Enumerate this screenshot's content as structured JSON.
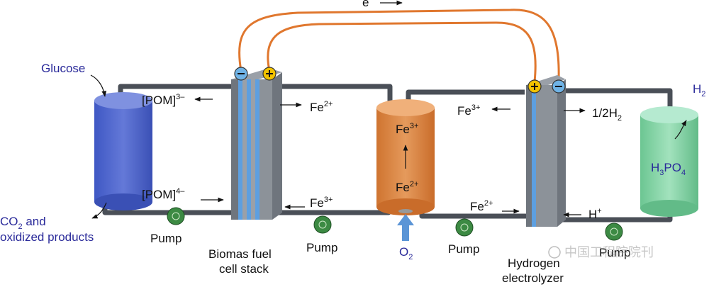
{
  "diagram": {
    "top_arrow": {
      "base": "e",
      "sup": "-"
    },
    "left_tank": {
      "input_label": "Glucose",
      "output_line1_a": "CO",
      "output_line1_sub": "2",
      "output_line1_b": " and",
      "output_line2": "oxidized products",
      "color": "#4b63c9"
    },
    "pom_oxidized": {
      "base": "[POM]",
      "sup": "3–"
    },
    "pom_reduced": {
      "base": "[POM]",
      "sup": "4–"
    },
    "fuel_cell": {
      "line1": "Biomas fuel",
      "line2": "cell stack"
    },
    "fe2_out_fuel_cell": {
      "base": "Fe",
      "sup": "2+"
    },
    "fe3_in_fuel_cell": {
      "base": "Fe",
      "sup": "3+"
    },
    "middle_tank": {
      "top_species": {
        "base": "Fe",
        "sup": "3+"
      },
      "bottom_species": {
        "base": "Fe",
        "sup": "2+"
      },
      "color": "#d9813e"
    },
    "oxygen": {
      "base": "O",
      "sub": "2"
    },
    "fe3_to_electrolyzer": {
      "base": "Fe",
      "sup": "3+"
    },
    "fe2_from_electrolyzer": {
      "base": "Fe",
      "sup": "2+"
    },
    "electrolyzer": {
      "line1": "Hydrogen",
      "line2": "electrolyzer"
    },
    "half_h2": {
      "base": "1/2H",
      "sub": "2"
    },
    "proton": {
      "base": "H",
      "sup": "+"
    },
    "right_tank": {
      "label_a": "H",
      "label_sub1": "3",
      "label_b": "PO",
      "label_sub2": "4",
      "output": {
        "base": "H",
        "sub": "2"
      },
      "color": "#7fd3a3"
    },
    "pump_label": "Pump",
    "watermark": "中国工程院院刊",
    "colors": {
      "pipe": "#4a4f57",
      "wire": "#e0772e",
      "electrode_plus": "#f2c200",
      "electrode_minus": "#6fb3e6",
      "o2_arrow": "#5b95d6"
    }
  }
}
